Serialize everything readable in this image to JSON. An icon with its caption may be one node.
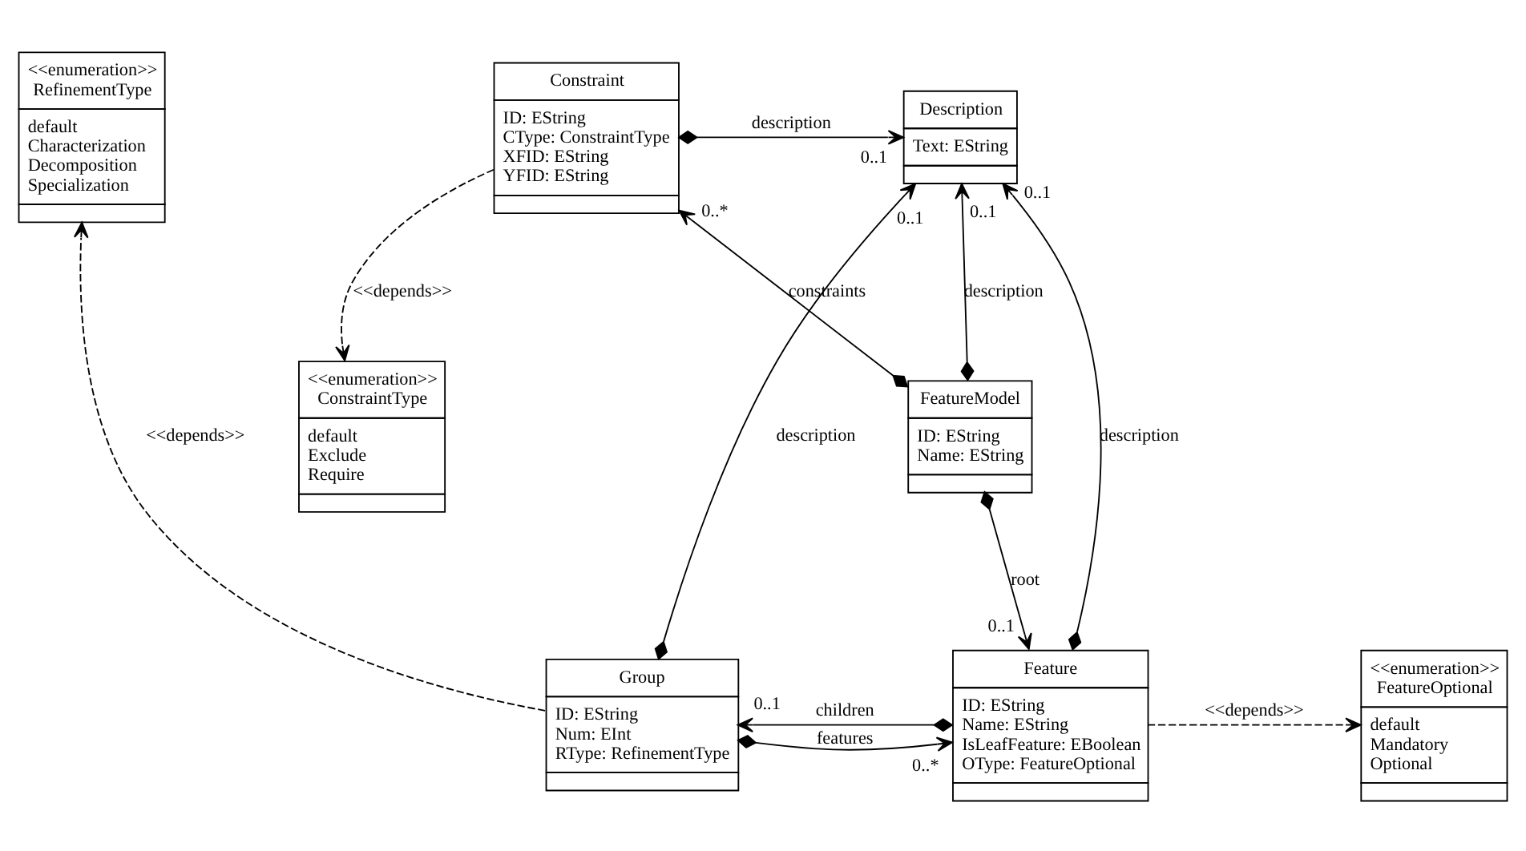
{
  "diagram": {
    "nodes": [
      {
        "text": [
          "<<enumeration>>",
          "RefinementType",
          "default",
          "Characterization",
          "Decomposition",
          "Specialization"
        ]
      },
      {
        "text": [
          "Description",
          "Text: EString"
        ]
      },
      {
        "text": [
          "Constraint",
          "ID: EString",
          "CType: ConstraintType",
          "XFID: EString",
          "YFID: EString"
        ]
      },
      {
        "text": [
          "FeatureModel",
          "ID: EString",
          "Name: EString"
        ]
      },
      {
        "text": [
          "<<enumeration>>",
          "ConstraintType",
          "default",
          "Exclude",
          "Require"
        ]
      },
      {
        "text": [
          "Group",
          "ID: EString",
          "Num: EInt",
          "RType: RefinementType"
        ]
      },
      {
        "text": [
          "Feature",
          "ID: EString",
          "Name: EString",
          "IsLeafFeature: EBoolean",
          "OType: FeatureOptional"
        ]
      },
      {
        "text": [
          "<<enumeration>>",
          "FeatureOptional",
          "default",
          "Mandatory",
          "Optional"
        ]
      }
    ],
    "edges": [
      {
        "from": 2,
        "to": 1,
        "arrow": "to",
        "label": "description"
      },
      {
        "from": 3,
        "to": 1,
        "arrow": "to",
        "label": "description"
      },
      {
        "from": 6,
        "to": 1,
        "arrow": "to",
        "label": "description"
      },
      {
        "from": 5,
        "to": 1,
        "arrow": "to",
        "label": "description"
      },
      {
        "from": 3,
        "to": 2,
        "arrow": "to",
        "label": "constraints"
      },
      {
        "from": 3,
        "to": 6,
        "arrow": "to",
        "label": "root"
      },
      {
        "from": 5,
        "to": 6,
        "arrow": "to",
        "label": "features"
      },
      {
        "from": 6,
        "to": 5,
        "arrow": "to",
        "label": "children"
      },
      {
        "from": 5,
        "to": 0,
        "arrow": "to",
        "label": "<<depends>>",
        "style": "dashed"
      },
      {
        "from": 2,
        "to": 4,
        "arrow": "to",
        "label": "<<depends>>",
        "style": "dashed"
      },
      {
        "from": 6,
        "to": 7,
        "arrow": "to",
        "label": "<<depends>>",
        "style": "dashed"
      }
    ],
    "labels": [
      "0..1",
      "0..1",
      "0..1",
      "0..1",
      "0..*",
      "0..1",
      "0..*",
      "0..1"
    ]
  }
}
